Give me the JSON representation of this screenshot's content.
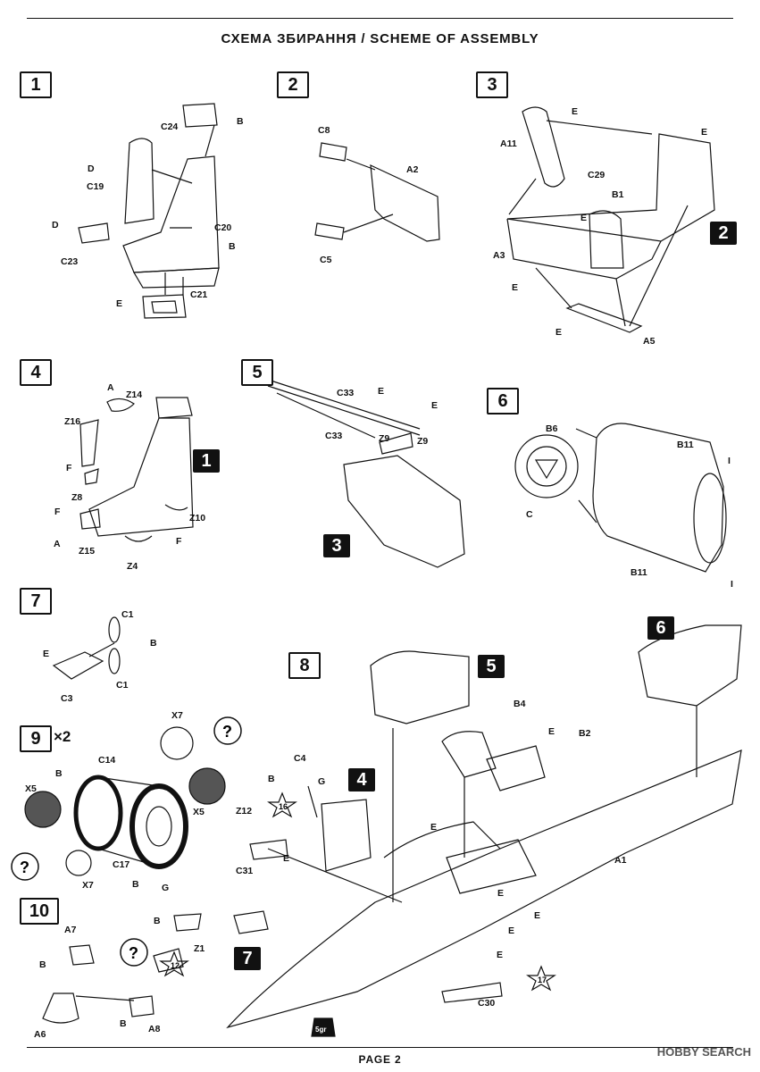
{
  "header": {
    "title": "СХЕМА ЗБИРАННЯ / SCHEME OF ASSEMBLY"
  },
  "footer": {
    "page": "PAGE 2"
  },
  "watermark": {
    "text": "HOBBY SEARCH"
  },
  "steps": [
    {
      "num": "1",
      "labels": [
        "C24",
        "B",
        "D",
        "C19",
        "D",
        "C20",
        "B",
        "C23",
        "C21",
        "E"
      ]
    },
    {
      "num": "2",
      "labels": [
        "C8",
        "A2",
        "C5"
      ]
    },
    {
      "num": "3",
      "labels": [
        "E",
        "E",
        "A11",
        "C29",
        "B1",
        "E",
        "A3",
        "E",
        "E",
        "A5"
      ],
      "ref": "2"
    },
    {
      "num": "4",
      "labels": [
        "A",
        "Z14",
        "Z16",
        "F",
        "Z8",
        "F",
        "A",
        "Z15",
        "Z4",
        "F",
        "Z10"
      ],
      "ref": "1"
    },
    {
      "num": "5",
      "labels": [
        "C33",
        "E",
        "C33",
        "Z9",
        "E",
        "Z9"
      ],
      "ref": "3"
    },
    {
      "num": "6",
      "labels": [
        "B6",
        "B11",
        "I",
        "C",
        "B11",
        "I"
      ]
    },
    {
      "num": "7",
      "labels": [
        "C1",
        "E",
        "B",
        "C3",
        "C1"
      ]
    },
    {
      "num": "8",
      "labels": [
        "B4",
        "E",
        "B2",
        "C4",
        "B",
        "G",
        "Z12",
        "C31",
        "E",
        "E",
        "A1",
        "E",
        "E",
        "E",
        "E",
        "C30"
      ],
      "refs": [
        "5",
        "6",
        "4",
        "7"
      ],
      "weight": "5gr",
      "stars": [
        "16",
        "17"
      ]
    },
    {
      "num": "9",
      "mult": "×2",
      "labels": [
        "X7",
        "C14",
        "B",
        "X5",
        "X5",
        "C17",
        "B",
        "G",
        "X7"
      ]
    },
    {
      "num": "10",
      "labels": [
        "A7",
        "B",
        "Z1",
        "B",
        "A6",
        "B",
        "A8"
      ],
      "stars": [
        "12"
      ]
    }
  ]
}
